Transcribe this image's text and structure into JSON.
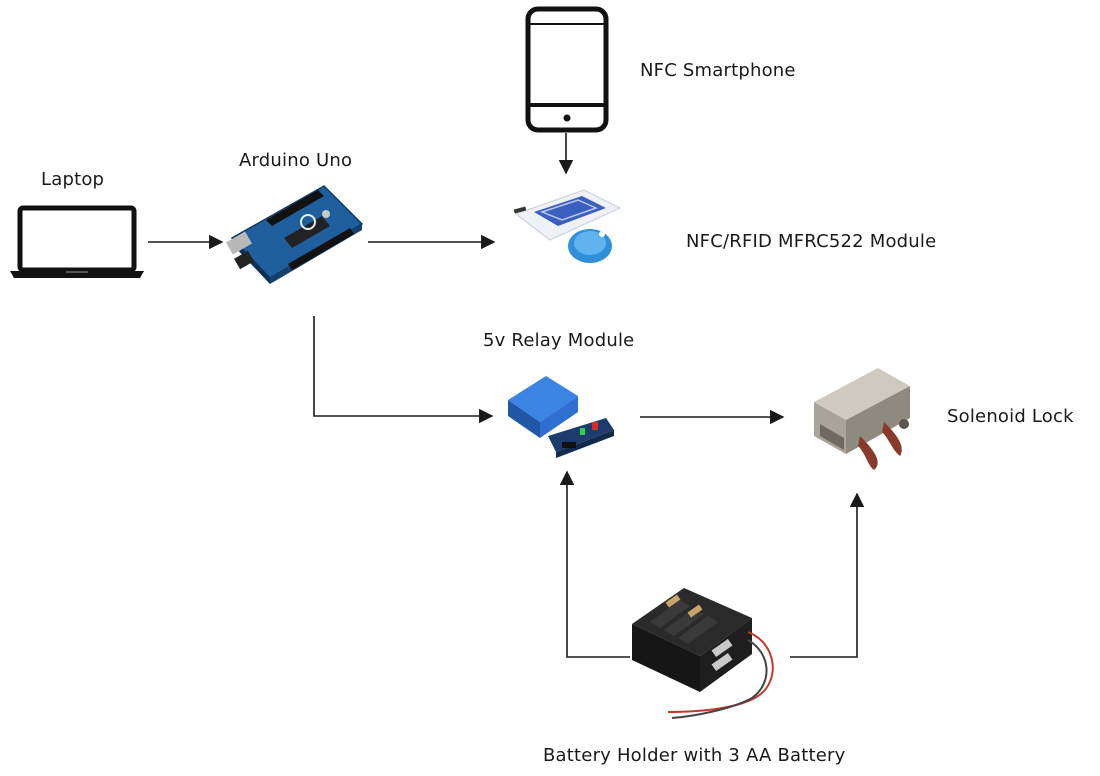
{
  "diagram": {
    "nodes": [
      {
        "id": "laptop",
        "label": "Laptop",
        "icon": "laptop-icon"
      },
      {
        "id": "arduino",
        "label": "Arduino Uno",
        "icon": "arduino-board-icon"
      },
      {
        "id": "smartphone",
        "label": "NFC Smartphone",
        "icon": "smartphone-icon"
      },
      {
        "id": "nfc",
        "label": "NFC/RFID MFRC522 Module",
        "icon": "rfid-module-icon"
      },
      {
        "id": "relay",
        "label": "5v Relay Module",
        "icon": "relay-module-icon"
      },
      {
        "id": "solenoid",
        "label": "Solenoid Lock",
        "icon": "solenoid-lock-icon"
      },
      {
        "id": "battery",
        "label": "Battery Holder with 3 AA Battery",
        "icon": "battery-holder-icon"
      }
    ],
    "edges": [
      {
        "from": "laptop",
        "to": "arduino"
      },
      {
        "from": "arduino",
        "to": "nfc"
      },
      {
        "from": "smartphone",
        "to": "nfc"
      },
      {
        "from": "arduino",
        "to": "relay"
      },
      {
        "from": "relay",
        "to": "solenoid"
      },
      {
        "from": "battery",
        "to": "relay"
      },
      {
        "from": "battery",
        "to": "solenoid"
      }
    ],
    "colors": {
      "line": "#1a1a1a",
      "arduino_board": "#1f5f9e",
      "relay_body": "#2f6fd1",
      "nfc_card": "#3a5fbf",
      "nfc_tag": "#2f8fd8",
      "solenoid_metal": "#a9a49a",
      "solenoid_strap": "#8a3a2a",
      "battery_body": "#1e1e1e"
    }
  }
}
